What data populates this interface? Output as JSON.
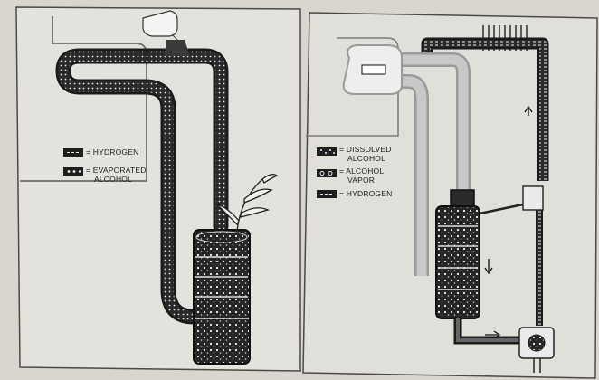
{
  "left_panel": {
    "legend": [
      {
        "symbol": "hydrogen",
        "eq": "=",
        "label_lines": [
          "HYDROGEN"
        ]
      },
      {
        "symbol": "evaporated-alcohol",
        "eq": "=",
        "label_lines": [
          "EVAPORATED",
          "ALCOHOL"
        ]
      }
    ]
  },
  "right_panel": {
    "legend": [
      {
        "symbol": "dissolved-alcohol",
        "eq": "=",
        "label_lines": [
          "DISSOLVED",
          "ALCOHOL"
        ]
      },
      {
        "symbol": "alcohol-vapor",
        "eq": "=",
        "label_lines": [
          "ALCOHOL",
          "VAPOR"
        ]
      },
      {
        "symbol": "hydrogen",
        "eq": "=",
        "label_lines": [
          "HYDROGEN"
        ]
      }
    ]
  }
}
